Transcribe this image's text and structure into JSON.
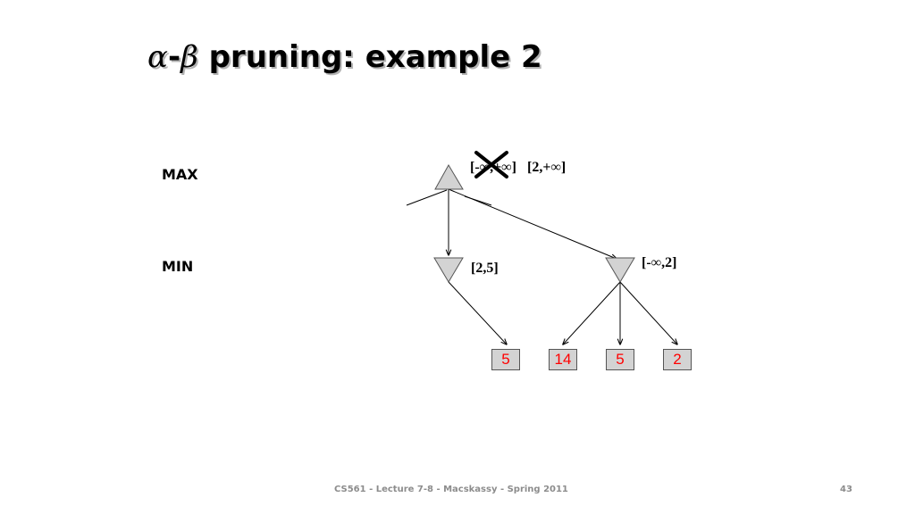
{
  "title": {
    "alpha": "α",
    "dash": "-",
    "beta": "β",
    "text": "pruning: example 2"
  },
  "levels": {
    "max": "MAX",
    "min": "MIN"
  },
  "intervals": {
    "root_old": "[-∞,+∞]",
    "root_new": "[2,+∞]",
    "min_left": "[2,5]",
    "min_right": "[-∞,2]"
  },
  "leaves": [
    "5",
    "14",
    "5",
    "2"
  ],
  "footer": {
    "text": "CS561 - Lecture 7-8 - Macskassy - Spring 2011",
    "page": "43"
  },
  "colors": {
    "node_fill": "#d3d3d3",
    "leaf_value": "#ff0000",
    "footer": "#8c8c8c"
  }
}
